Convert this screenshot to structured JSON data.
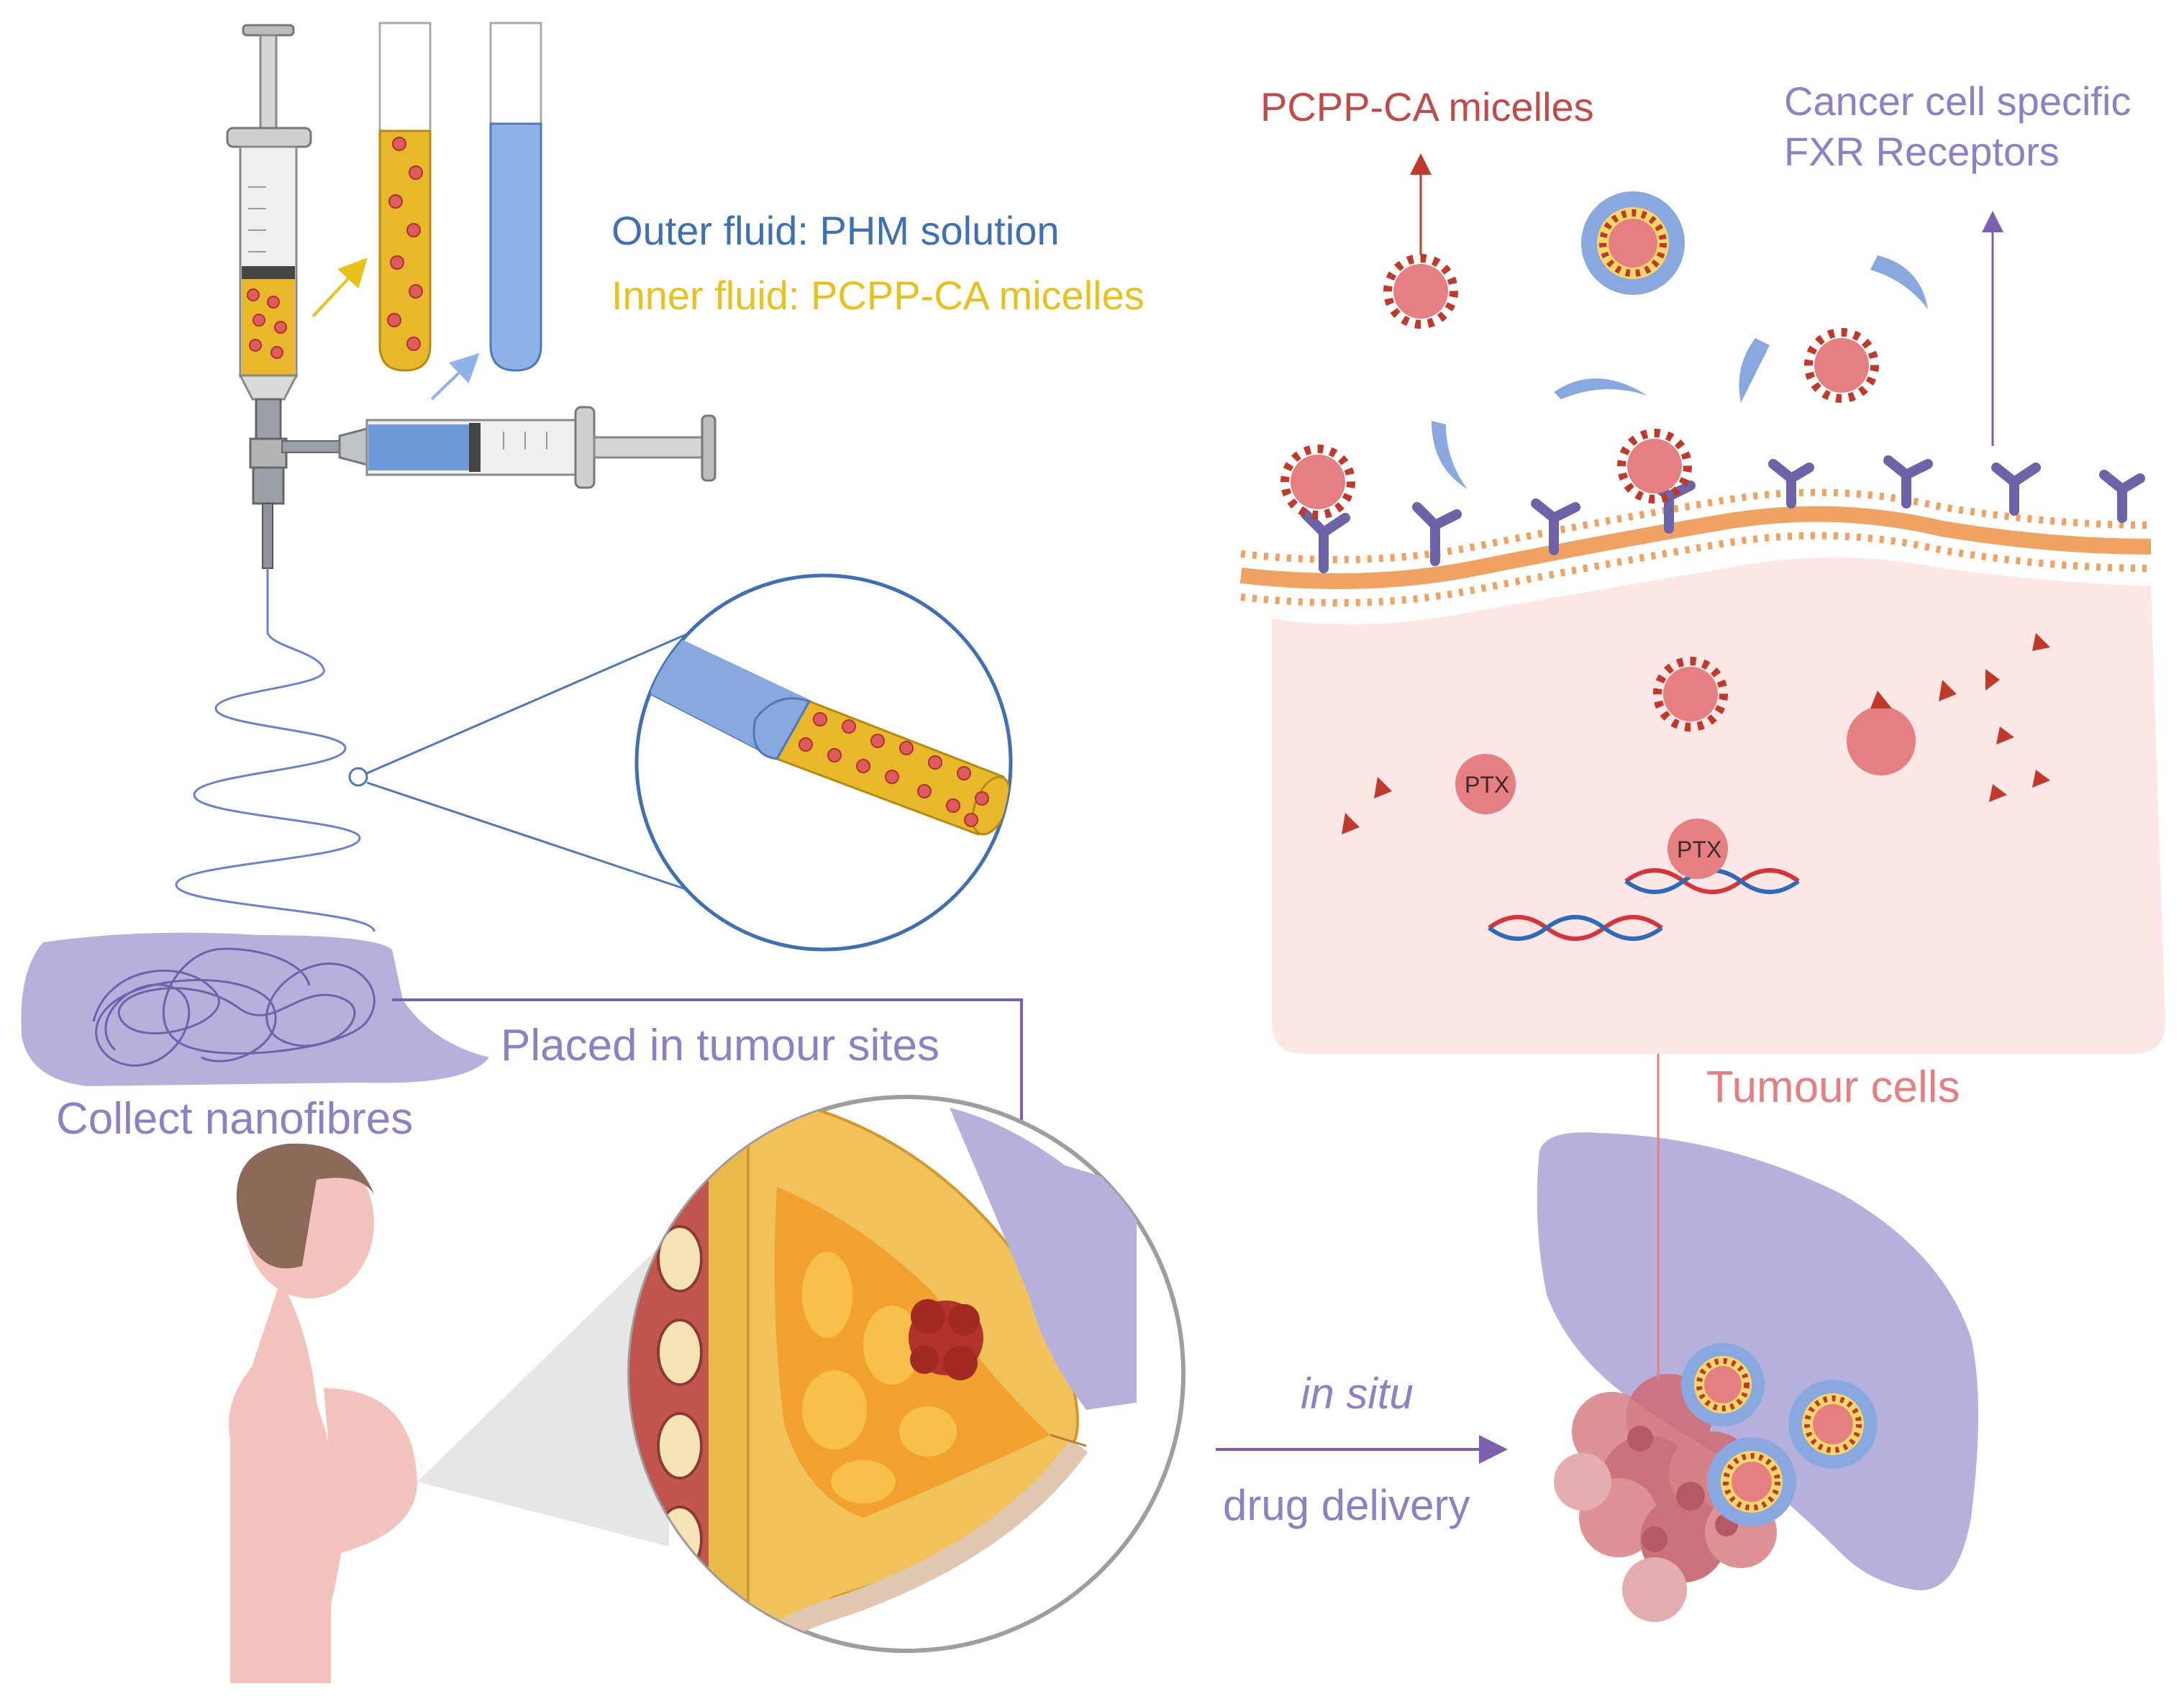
{
  "labels": {
    "outer_fluid": "Outer fluid: PHM solution",
    "inner_fluid": "Inner fluid: PCPP-CA micelles",
    "collect_nanofibres": "Collect nanofibres",
    "placed_in_tumour_sites": "Placed in tumour sites",
    "pcpp_ca_micelles": "PCPP-CA micelles",
    "cancer_cell_specific_line1": "Cancer cell specific",
    "cancer_cell_specific_line2": "FXR Receptors",
    "ptx_1": "PTX",
    "ptx_2": "PTX",
    "tumour_cells": "Tumour cells",
    "in_situ": "in situ",
    "drug_delivery": "drug delivery"
  },
  "colors": {
    "outer_blue": "#3f6fb5",
    "inner_yellow": "#e8c21a",
    "purple": "#8f7fc4",
    "red_label": "#c24a4a",
    "tumour_pink": "#e57f82",
    "micelle_red": "#e05b5b",
    "membrane_orange": "#f0a263",
    "cell_pink": "#fde7e6"
  }
}
